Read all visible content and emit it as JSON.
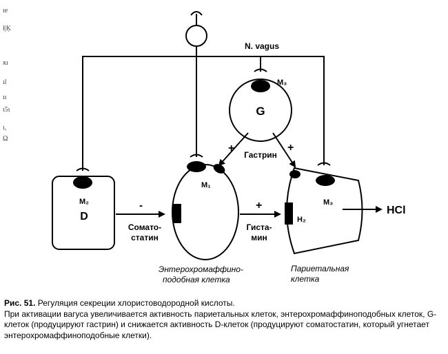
{
  "nerve": {
    "label": "N. vagus"
  },
  "receptors": {
    "m3_top": "M₃",
    "m1": "M₁",
    "m2": "M₂",
    "m3_parietal": "M₃",
    "h2": "H₂"
  },
  "cells": {
    "g": "G",
    "d": "D",
    "enterochromaffin": {
      "line1": "Энтерохромаффино-",
      "line2": "подобная клетка"
    },
    "parietal": {
      "line1": "Париетальная",
      "line2": "клетка"
    }
  },
  "signals": {
    "gastrin": "Гастрин",
    "somatostatin": {
      "line1": "Сомато-",
      "line2": "статин"
    },
    "histamine": {
      "line1": "Гиста-",
      "line2": "мин"
    },
    "plus": "+",
    "minus": "-"
  },
  "output": {
    "hcl": "HCl"
  },
  "caption": {
    "figure_label": "Рис. 51.",
    "title": " Регуляция секреции хлористоводородной кислоты.",
    "body": "При активации вагуса увеличивается активность париетальных клеток, энтерохромаффиноподобных клеток, G-клеток (продуцируют гастрин) и снижается активность D-клеток (продуцируют соматостатин, который угнетает энтерохромаффиноподобные клетки)."
  }
}
